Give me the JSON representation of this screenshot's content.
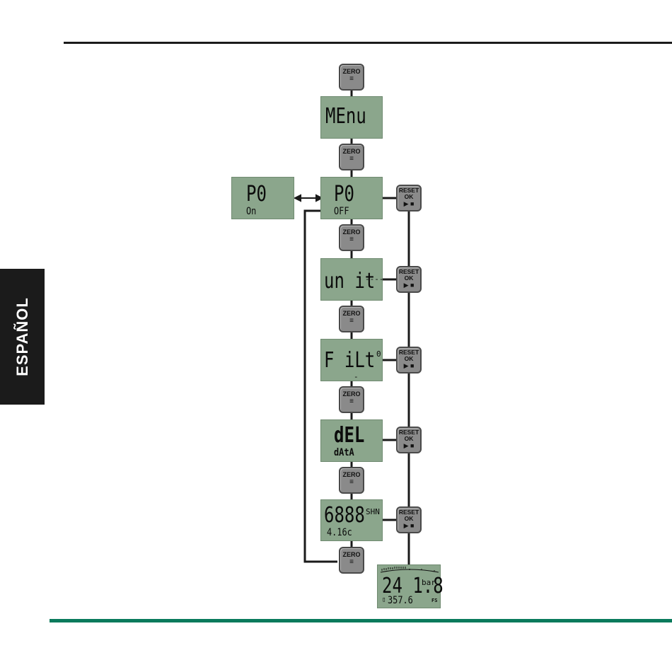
{
  "side_tab": {
    "label": "ESPAÑOL"
  },
  "buttons": {
    "zero_label": "ZERO",
    "zero_icon": "≡",
    "reset_label": "RESET",
    "ok_label": "OK",
    "play_stop_icon": "▶ ■"
  },
  "screens": {
    "menu": {
      "main": "MEnu"
    },
    "p0_on": {
      "main": "P0",
      "sub": "On"
    },
    "p0_off": {
      "main": "P0",
      "sub": "OFF"
    },
    "unit": {
      "main": "un it",
      "dashes": "----"
    },
    "filt": {
      "main": "F iLt",
      "digit": "0",
      "mark": "-"
    },
    "del": {
      "main": "dEL",
      "sub": "dAtA"
    },
    "sn": {
      "main": "6888",
      "suffix": "SHN",
      "sub": "4.16c"
    },
    "measure": {
      "main": "24 1.8",
      "unit": "bar",
      "sub": "357.6",
      "fs": "FS"
    }
  },
  "colors": {
    "lcd": "#8ba68c",
    "button": "#8a8a8a",
    "green_rule": "#0a7a5c",
    "tab": "#1b1b1b"
  }
}
